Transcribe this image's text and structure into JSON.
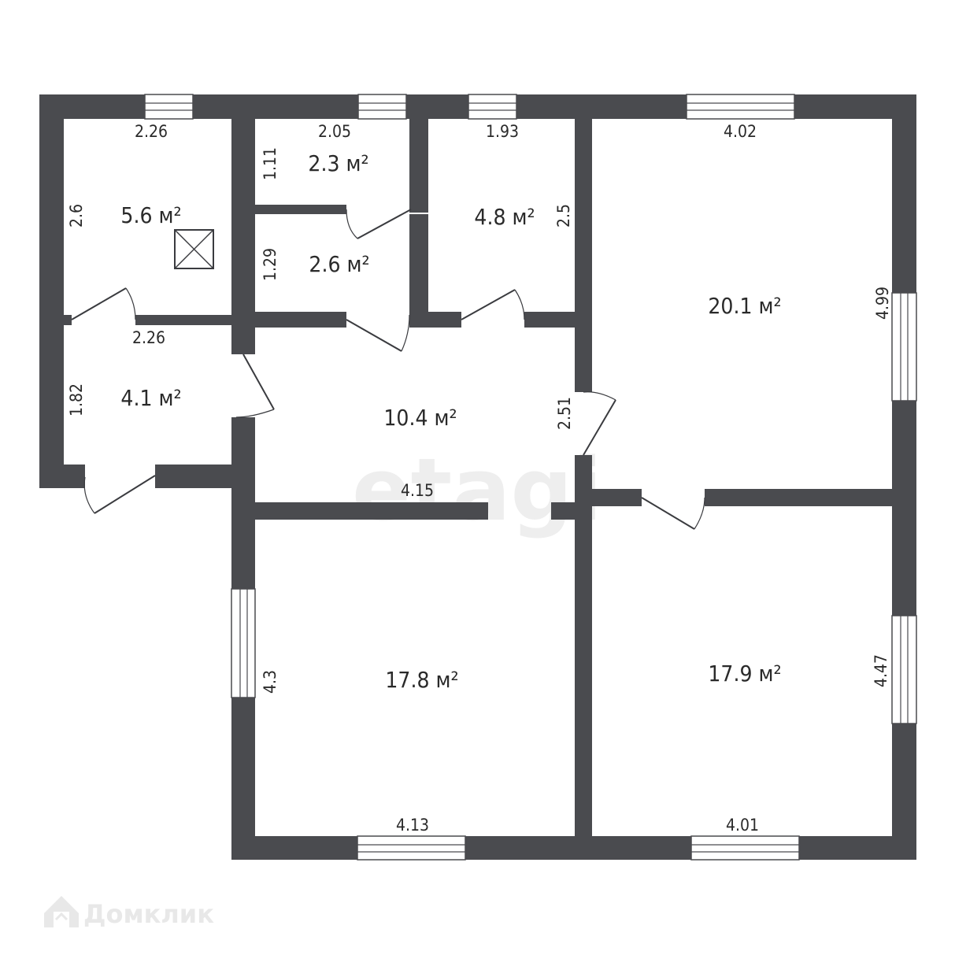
{
  "rooms": [
    {
      "id": "room-1",
      "area": "5.6 м²"
    },
    {
      "id": "room-2",
      "area": "2.3 м²"
    },
    {
      "id": "room-3",
      "area": "2.6 м²"
    },
    {
      "id": "room-4",
      "area": "4.8 м²"
    },
    {
      "id": "room-5",
      "area": "20.1 м²"
    },
    {
      "id": "room-6",
      "area": "4.1 м²"
    },
    {
      "id": "room-7",
      "area": "10.4 м²"
    },
    {
      "id": "room-8",
      "area": "17.8 м²"
    },
    {
      "id": "room-9",
      "area": "17.9 м²"
    }
  ],
  "dimensions": [
    "2.26",
    "2.6",
    "2.05",
    "1.11",
    "1.29",
    "1.93",
    "2.5",
    "4.02",
    "4.99",
    "2.26",
    "1.82",
    "2.51",
    "4.15",
    "4.3",
    "4.13",
    "4.47",
    "4.01"
  ],
  "watermark": "etagi",
  "logo": {
    "text": "Домклик",
    "icon": "house-icon"
  },
  "colors": {
    "wall": "#4a4b4f",
    "background": "#ffffff"
  }
}
